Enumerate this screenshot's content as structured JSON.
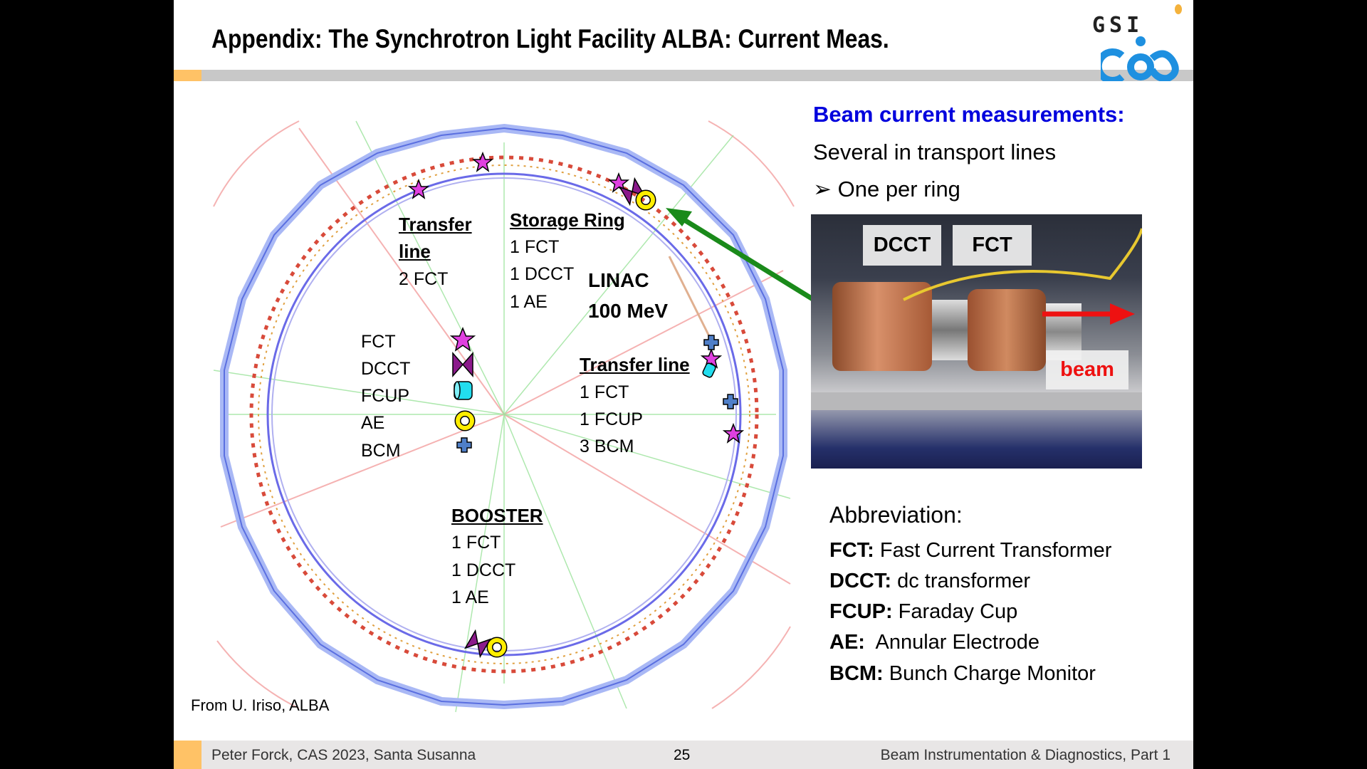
{
  "header": {
    "title": "Appendix: The Synchrotron Light Facility ALBA: Current Meas.",
    "logo_gsi": "GSI"
  },
  "diagram": {
    "transfer_line_1": {
      "title_line1": "Transfer",
      "title_line2": "line",
      "items": [
        "2 FCT"
      ]
    },
    "storage_ring": {
      "title": "Storage Ring",
      "items": [
        "1 FCT",
        "1 DCCT",
        "1 AE"
      ]
    },
    "linac": {
      "line1": "LINAC",
      "line2": "100 MeV"
    },
    "legend": [
      {
        "label": "FCT",
        "icon": "star-icon",
        "color": "#e040e0"
      },
      {
        "label": "DCCT",
        "icon": "bowtie-icon",
        "color": "#8b1a8b"
      },
      {
        "label": "FCUP",
        "icon": "cylinder-icon",
        "color": "#22ddee"
      },
      {
        "label": "AE",
        "icon": "ring-icon",
        "color": "#ffee00"
      },
      {
        "label": "BCM",
        "icon": "cross-icon",
        "color": "#4f7fc8"
      }
    ],
    "transfer_line_2": {
      "title": "Transfer line",
      "items": [
        "1 FCT",
        "1 FCUP",
        "3 BCM"
      ]
    },
    "booster": {
      "title": "BOOSTER",
      "items": [
        "1 FCT",
        "1 DCCT",
        "1 AE"
      ]
    },
    "credit": "From U. Iriso, ALBA"
  },
  "right": {
    "heading": "Beam current measurements:",
    "line1": "Several in transport lines",
    "bullet": "➢",
    "line2": "One per ring",
    "photo_labels": {
      "dcct": "DCCT",
      "fct": "FCT",
      "beam": "beam"
    },
    "abbrev_title": "Abbreviation:",
    "abbreviations": [
      {
        "key": "FCT",
        "sep": ":",
        "value": " Fast Current Transformer"
      },
      {
        "key": "DCCT",
        "sep": ":",
        "value": " dc transformer"
      },
      {
        "key": "FCUP:",
        "sep": "",
        "value": " Faraday Cup"
      },
      {
        "key": "AE",
        "sep": ":",
        "value": "  Annular Electrode"
      },
      {
        "key": "BCM:",
        "sep": "",
        "value": " Bunch Charge Monitor"
      }
    ]
  },
  "footer": {
    "author": "Peter Forck, CAS 2023, Santa Susanna",
    "page": "25",
    "course": "Beam Instrumentation & Diagnostics, Part 1"
  }
}
